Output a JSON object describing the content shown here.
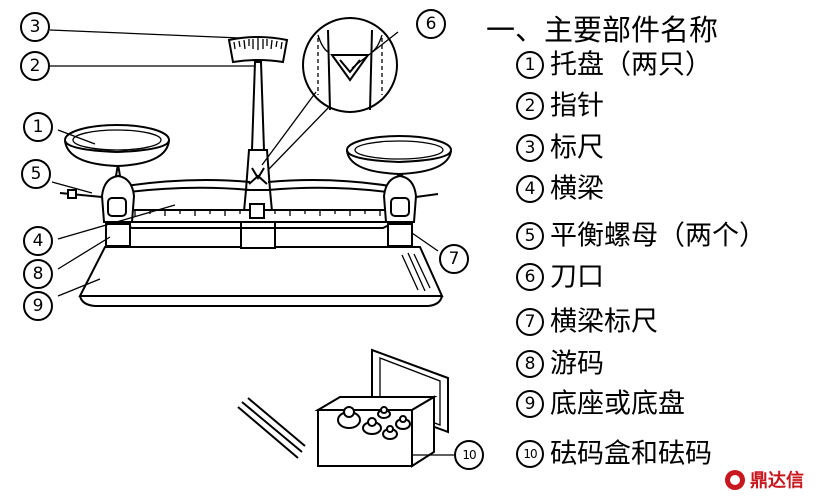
{
  "heading": "一、主要部件名称",
  "parts": [
    {
      "num": "1",
      "name": "托盘（两只）"
    },
    {
      "num": "2",
      "name": "指针"
    },
    {
      "num": "3",
      "name": "标尺"
    },
    {
      "num": "4",
      "name": "横梁"
    },
    {
      "num": "5",
      "name": "平衡螺母（两个）"
    },
    {
      "num": "6",
      "name": "刀口"
    },
    {
      "num": "7",
      "name": "横梁标尺"
    },
    {
      "num": "8",
      "name": "游码"
    },
    {
      "num": "9",
      "name": "底座或底盘"
    },
    {
      "num": "10",
      "name": "砝码盒和砝码"
    }
  ],
  "diagram_labels": [
    "3",
    "2",
    "6",
    "1",
    "5",
    "4",
    "8",
    "9",
    "7",
    "10"
  ],
  "watermark": "鼎达信"
}
